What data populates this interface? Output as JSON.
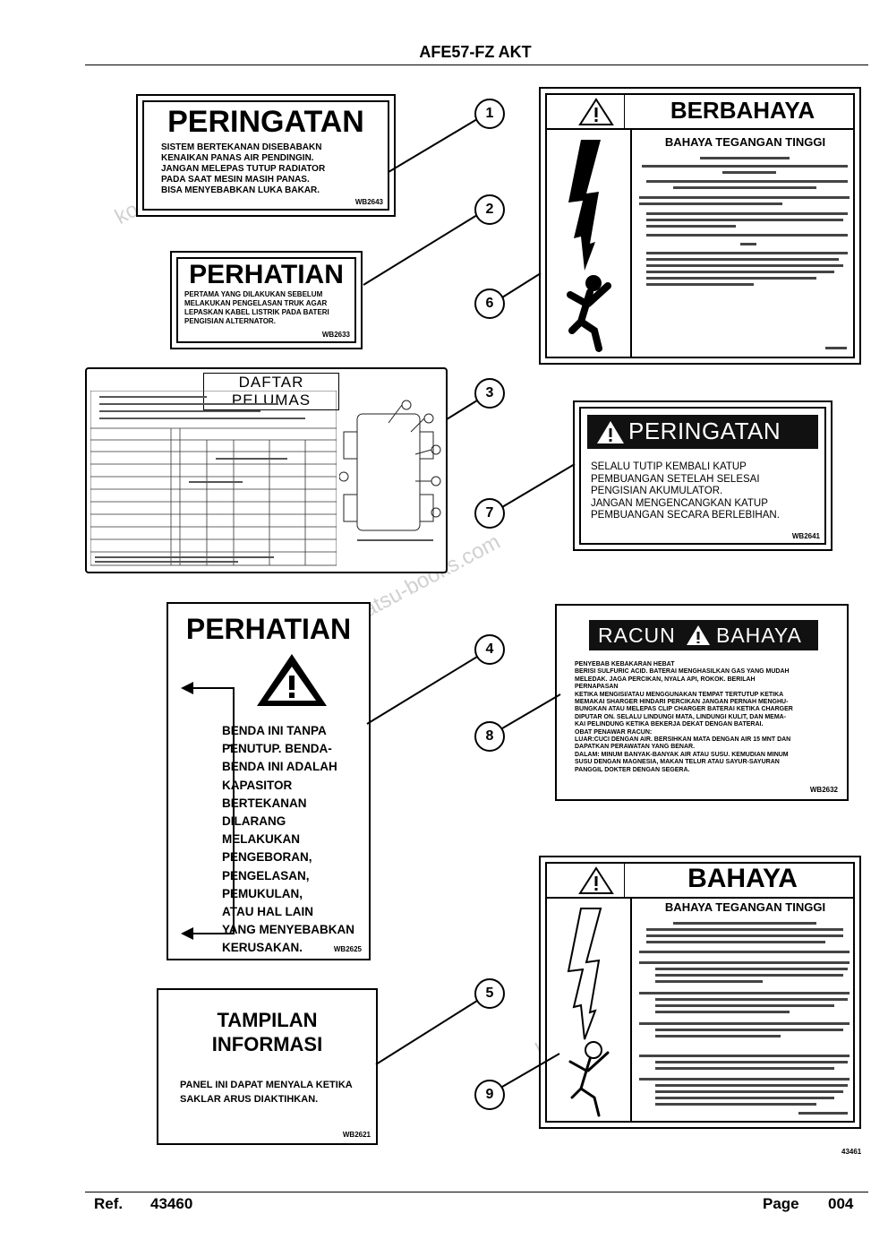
{
  "header": {
    "title": "AFE57-FZ AKT"
  },
  "footer": {
    "ref_label": "Ref.",
    "ref_value": "43460",
    "page_label": "Page",
    "page_value": "004"
  },
  "figure_id": "43461",
  "watermark": "komatsu-books.com",
  "labels": {
    "l1": {
      "title": "PERINGATAN",
      "lines": [
        "SISTEM BERTEKANAN DISEBABAKN",
        "KENAIKAN PANAS AIR PENDINGIN.",
        "JANGAN MELEPAS TUTUP RADIATOR",
        "PADA SAAT MESIN MASIH PANAS.",
        "BISA MENYEBABKAN LUKA BAKAR."
      ],
      "code": "WB2643"
    },
    "l2": {
      "title": "PERHATIAN",
      "lines": [
        "PERTAMA YANG DILAKUKAN SEBELUM",
        "MELAKUKAN PENGELASAN TRUK AGAR",
        "LEPASKAN KABEL LISTRIK PADA BATERI",
        "PENGISIAN ALTERNATOR."
      ],
      "code": "WB2633"
    },
    "l3": {
      "title": "DAFTAR PELUMAS"
    },
    "l4": {
      "title": "PERHATIAN",
      "lines": [
        "BENDA INI TANPA",
        "PENUTUP. BENDA-",
        "BENDA INI ADALAH",
        "KAPASITOR",
        "BERTEKANAN",
        "DILARANG",
        "MELAKUKAN",
        "PENGEBORAN,",
        "PENGELASAN,",
        "PEMUKULAN,",
        "ATAU HAL LAIN",
        "YANG MENYEBABKAN",
        "KERUSAKAN."
      ],
      "code": "WB2625"
    },
    "l5": {
      "title1": "TAMPILAN",
      "title2": "INFORMASI",
      "lines": [
        "PANEL INI DAPAT MENYALA KETIKA",
        "SAKLAR ARUS DIAKTIHKAN."
      ],
      "code": "WB2621"
    },
    "l6": {
      "title": "BERBAHAYA",
      "subtitle": "BAHAYA TEGANGAN TINGGI"
    },
    "l7": {
      "title": "PERINGATAN",
      "lines": [
        "SELALU TUTIP KEMBALI KATUP",
        "PEMBUANGAN SETELAH SELESAI",
        "PENGISIAN AKUMULATOR.",
        "JANGAN MENGENCANGKAN KATUP",
        "PEMBUANGAN SECARA BERLEBIHAN."
      ],
      "code": "WB2641"
    },
    "l8": {
      "title_a": "RACUN",
      "title_b": "BAHAYA",
      "lines": [
        "PENYEBAB KEBAKARAN HEBAT",
        "BERISI SULFURIC ACID. BATERAI MENGHASILKAN GAS YANG MUDAH",
        "MELEDAK. JAGA PERCIKAN, NYALA API, ROKOK. BERILAH",
        "PERNAPASAN",
        "KETIKA MENGISI/ATAU MENGGUNAKAN TEMPAT TERTUTUP KETIKA",
        "MEMAKAI SHARGER HINDARI PERCIKAN JANGAN PERNAH MENGHU-",
        "BUNGKAN ATAU MELEPAS CLIP CHARGER BATERAI KETIKA CHARGER",
        "DIPUTAR ON. SELALU LINDUNGI MATA, LINDUNGI KULIT, DAN MEMA-",
        "KAI PELINDUNG KETIKA BEKERJA DEKAT DENGAN BATERAI.",
        "OBAT PENAWAR RACUN:",
        "LUAR:CUCI DENGAN AIR. BERSIHKAN MATA DENGAN AIR 15 MNT DAN",
        "DAPATKAN PERAWATAN YANG BENAR.",
        "DALAM: MINUM BANYAK-BANYAK AIR ATAU SUSU. KEMUDIAN MINUM",
        "SUSU DENGAN MAGNESIA, MAKAN TELUR ATAU SAYUR-SAYURAN",
        "PANGGIL DOKTER DENGAN SEGERA."
      ],
      "code": "WB2632"
    },
    "l9": {
      "title": "BAHAYA",
      "subtitle": "BAHAYA TEGANGAN TINGGI"
    }
  },
  "callouts": [
    "1",
    "2",
    "3",
    "4",
    "5",
    "6",
    "7",
    "8",
    "9"
  ]
}
